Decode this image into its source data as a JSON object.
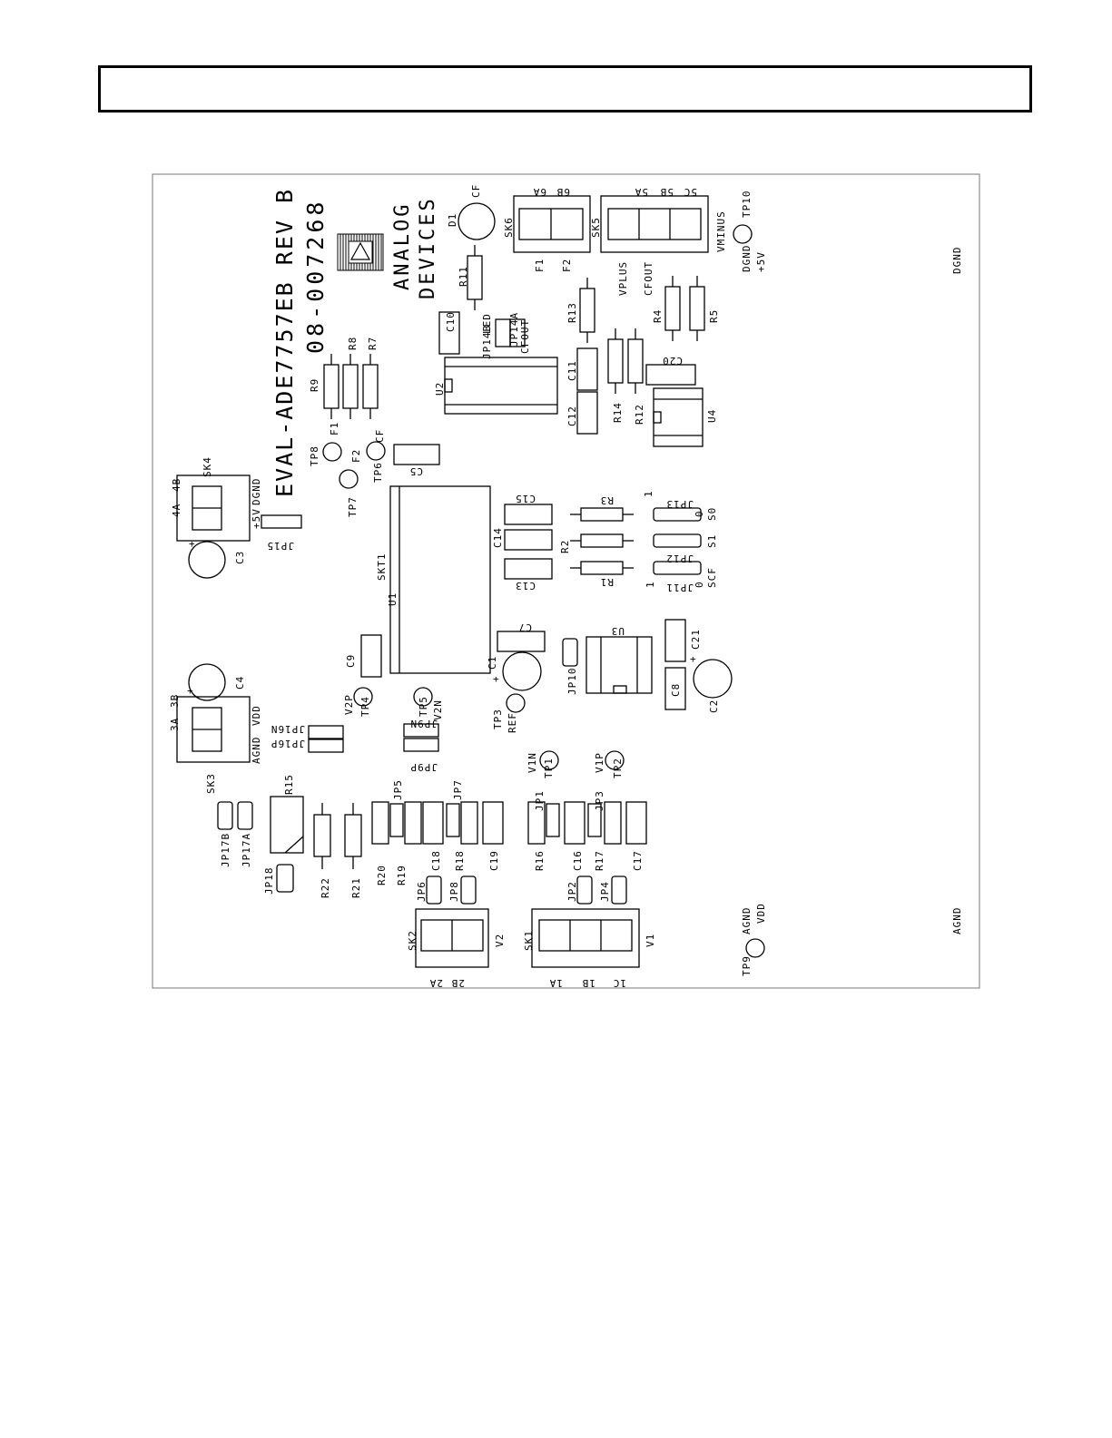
{
  "header": {
    "text": ""
  },
  "board": {
    "title": "EVAL-ADE7757EB REV B",
    "part_number": "08-007268",
    "logo_text": [
      "ANALOG",
      "DEVICES"
    ]
  },
  "labels": [
    {
      "id": "sk4",
      "text": "SK4"
    },
    {
      "id": "sk4-4a",
      "text": "4A"
    },
    {
      "id": "sk4-4b",
      "text": "4B"
    },
    {
      "id": "sk4-dgnd",
      "text": "DGND"
    },
    {
      "id": "sk4-5v",
      "text": "+5V"
    },
    {
      "id": "jp15",
      "text": "JP15"
    },
    {
      "id": "c3",
      "text": "C3"
    },
    {
      "id": "c3-plus",
      "text": "+"
    },
    {
      "id": "sk3",
      "text": "SK3"
    },
    {
      "id": "sk3-3a",
      "text": "3A"
    },
    {
      "id": "sk3-3b",
      "text": "3B"
    },
    {
      "id": "sk3-agnd",
      "text": "AGND"
    },
    {
      "id": "sk3-vdd",
      "text": "VDD"
    },
    {
      "id": "c4",
      "text": "C4"
    },
    {
      "id": "c4-plus",
      "text": "+"
    },
    {
      "id": "jp16n",
      "text": "JP16N"
    },
    {
      "id": "jp16p",
      "text": "JP16P"
    },
    {
      "id": "r15",
      "text": "R15"
    },
    {
      "id": "jp17b",
      "text": "JP17B"
    },
    {
      "id": "jp17a",
      "text": "JP17A"
    },
    {
      "id": "jp18",
      "text": "JP18"
    },
    {
      "id": "r22",
      "text": "R22"
    },
    {
      "id": "r21",
      "text": "R21"
    },
    {
      "id": "r20",
      "text": "R20"
    },
    {
      "id": "r19",
      "text": "R19"
    },
    {
      "id": "c18",
      "text": "C18"
    },
    {
      "id": "r18",
      "text": "R18"
    },
    {
      "id": "c19",
      "text": "C19"
    },
    {
      "id": "jp5",
      "text": "JP5"
    },
    {
      "id": "jp7",
      "text": "JP7"
    },
    {
      "id": "jp6",
      "text": "JP6"
    },
    {
      "id": "jp8",
      "text": "JP8"
    },
    {
      "id": "sk2",
      "text": "SK2"
    },
    {
      "id": "sk2-v2",
      "text": "V2"
    },
    {
      "id": "sk2-2b",
      "text": "2B"
    },
    {
      "id": "sk2-2a",
      "text": "2A"
    },
    {
      "id": "r16",
      "text": "R16"
    },
    {
      "id": "c16",
      "text": "C16"
    },
    {
      "id": "r17",
      "text": "R17"
    },
    {
      "id": "c17",
      "text": "C17"
    },
    {
      "id": "jp1",
      "text": "JP1"
    },
    {
      "id": "jp3",
      "text": "JP3"
    },
    {
      "id": "jp2",
      "text": "JP2"
    },
    {
      "id": "jp4",
      "text": "JP4"
    },
    {
      "id": "sk1",
      "text": "SK1"
    },
    {
      "id": "sk1-v1",
      "text": "V1"
    },
    {
      "id": "sk1-1c",
      "text": "1C"
    },
    {
      "id": "sk1-1b",
      "text": "1B"
    },
    {
      "id": "sk1-1a",
      "text": "1A"
    },
    {
      "id": "tp9",
      "text": "TP9"
    },
    {
      "id": "tp9-agnd",
      "text": "AGND"
    },
    {
      "id": "tp9-vdd",
      "text": "VDD"
    },
    {
      "id": "agnd-corner",
      "text": "AGND"
    },
    {
      "id": "v1n",
      "text": "V1N"
    },
    {
      "id": "tp1",
      "text": "TP1"
    },
    {
      "id": "v1p",
      "text": "V1P"
    },
    {
      "id": "tp2",
      "text": "TP2"
    },
    {
      "id": "tp3",
      "text": "TP3"
    },
    {
      "id": "ref",
      "text": "REF"
    },
    {
      "id": "c1",
      "text": "C1"
    },
    {
      "id": "c1-plus",
      "text": "+"
    },
    {
      "id": "v2p",
      "text": "V2P"
    },
    {
      "id": "tp4",
      "text": "TP4"
    },
    {
      "id": "tp5",
      "text": "TP5"
    },
    {
      "id": "v2n",
      "text": "V2N"
    },
    {
      "id": "jp9n",
      "text": "JP9N"
    },
    {
      "id": "jp9p",
      "text": "JP9P"
    },
    {
      "id": "c9",
      "text": "C9"
    },
    {
      "id": "skt1",
      "text": "SKT1"
    },
    {
      "id": "u1",
      "text": "U1"
    },
    {
      "id": "c7",
      "text": "C7"
    },
    {
      "id": "c13",
      "text": "C13"
    },
    {
      "id": "c14",
      "text": "C14"
    },
    {
      "id": "c15",
      "text": "C15"
    },
    {
      "id": "r1",
      "text": "R1"
    },
    {
      "id": "r2",
      "text": "R2"
    },
    {
      "id": "r3",
      "text": "R3"
    },
    {
      "id": "jp11",
      "text": "JP11"
    },
    {
      "id": "jp12",
      "text": "JP12"
    },
    {
      "id": "jp13",
      "text": "JP13"
    },
    {
      "id": "scf",
      "text": "SCF"
    },
    {
      "id": "s1",
      "text": "S1"
    },
    {
      "id": "s0",
      "text": "S0"
    },
    {
      "id": "jp11-1",
      "text": "1"
    },
    {
      "id": "jp11-0",
      "text": "0"
    },
    {
      "id": "jp13-1",
      "text": "1"
    },
    {
      "id": "jp13-0",
      "text": "0"
    },
    {
      "id": "u3",
      "text": "U3"
    },
    {
      "id": "jp10",
      "text": "JP10"
    },
    {
      "id": "c8",
      "text": "C8"
    },
    {
      "id": "c21",
      "text": "C21"
    },
    {
      "id": "c2",
      "text": "C2"
    },
    {
      "id": "c2-plus",
      "text": "+"
    },
    {
      "id": "tp8",
      "text": "TP8"
    },
    {
      "id": "tp8-f1",
      "text": "F1"
    },
    {
      "id": "tp7",
      "text": "TP7"
    },
    {
      "id": "tp7-f2",
      "text": "F2"
    },
    {
      "id": "tp6",
      "text": "TP6"
    },
    {
      "id": "tp6-cf",
      "text": "CF"
    },
    {
      "id": "c5",
      "text": "C5"
    },
    {
      "id": "r9",
      "text": "R9"
    },
    {
      "id": "r8",
      "text": "R8"
    },
    {
      "id": "r7",
      "text": "R7"
    },
    {
      "id": "u2",
      "text": "U2"
    },
    {
      "id": "c10",
      "text": "C10"
    },
    {
      "id": "led",
      "text": "LED"
    },
    {
      "id": "jp14b",
      "text": "JP14B"
    },
    {
      "id": "jp14a",
      "text": "JP14A"
    },
    {
      "id": "cfout-jp",
      "text": "CFOUT"
    },
    {
      "id": "r11",
      "text": "R11"
    },
    {
      "id": "d1",
      "text": "D1"
    },
    {
      "id": "d1-cf",
      "text": "CF"
    },
    {
      "id": "c11",
      "text": "C11"
    },
    {
      "id": "c12",
      "text": "C12"
    },
    {
      "id": "r13",
      "text": "R13"
    },
    {
      "id": "r14",
      "text": "R14"
    },
    {
      "id": "r12",
      "text": "R12"
    },
    {
      "id": "c20",
      "text": "C20"
    },
    {
      "id": "u4",
      "text": "U4"
    },
    {
      "id": "r4",
      "text": "R4"
    },
    {
      "id": "r5",
      "text": "R5"
    },
    {
      "id": "sk6",
      "text": "SK6"
    },
    {
      "id": "sk6-6b",
      "text": "6B"
    },
    {
      "id": "sk6-6a",
      "text": "6A"
    },
    {
      "id": "sk6-f1",
      "text": "F1"
    },
    {
      "id": "sk6-f2",
      "text": "F2"
    },
    {
      "id": "sk5",
      "text": "SK5"
    },
    {
      "id": "sk5-5c",
      "text": "5C"
    },
    {
      "id": "sk5-5b",
      "text": "5B"
    },
    {
      "id": "sk5-5a",
      "text": "5A"
    },
    {
      "id": "vplus",
      "text": "VPLUS"
    },
    {
      "id": "cfout",
      "text": "CFOUT"
    },
    {
      "id": "vminus",
      "text": "VMINUS"
    },
    {
      "id": "tp10",
      "text": "TP10"
    },
    {
      "id": "tp10-dgnd",
      "text": "DGND"
    },
    {
      "id": "tp10-5v",
      "text": "+5V"
    },
    {
      "id": "dgnd-corner",
      "text": "DGND"
    }
  ]
}
